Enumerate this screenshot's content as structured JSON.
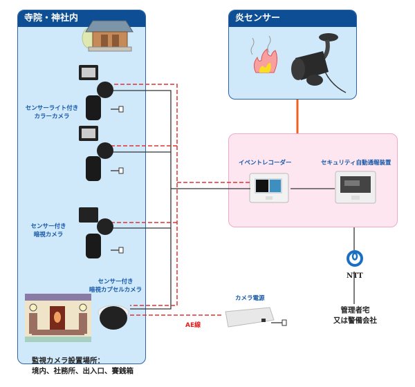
{
  "temple_panel": {
    "title": "寺院・神社内",
    "camera_light_label": [
      "センサーライト付き",
      "カラーカメラ"
    ],
    "camera_night_label": [
      "センサー付き",
      "暗視カメラ"
    ],
    "capsule_camera_label": [
      "センサー付き",
      "暗視カプセルカメラ"
    ],
    "install_locations": [
      "監視カメラ設置場所：",
      "境内、社務所、出入口、賽銭箱"
    ]
  },
  "flame_panel": {
    "title": "炎センサー"
  },
  "control_panel": {
    "event_recorder_label": "イベントレコーダー",
    "security_device_label": "セキュリティ自動通報装置"
  },
  "ntt": {
    "label": "NTT",
    "color": "#1a6fc4"
  },
  "destination": [
    "管理者宅",
    "又は警備会社"
  ],
  "power": {
    "label": "カメラ電源",
    "cable_label": "AE線"
  },
  "colors": {
    "panel_header": "#0e4e94",
    "panel_bg": "#cfe9fa",
    "control_bg": "#fde6f0",
    "dashed_line": "#e03030",
    "flame_line": "#f06020",
    "label_blue": "#1557a8"
  }
}
